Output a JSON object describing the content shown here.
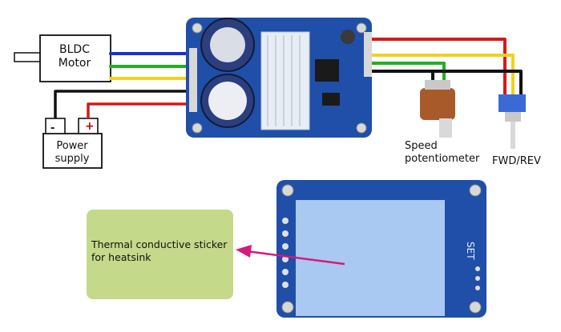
{
  "motor": {
    "label_line1": "BLDC",
    "label_line2": "Motor"
  },
  "power_supply": {
    "label_line1": "Power",
    "label_line2": "supply",
    "minus": "-",
    "plus": "+"
  },
  "potentiometer": {
    "label_line1": "Speed",
    "label_line2": "potentiometer"
  },
  "switch": {
    "label": "FWD/REV"
  },
  "heatsink_note": {
    "text": "Thermal conductive sticker for heatsink"
  },
  "board_silk": {
    "set_text": "SET"
  },
  "colors": {
    "wire_blue": "#1a2fd0",
    "wire_green": "#1fb21f",
    "wire_yellow": "#f2d21b",
    "wire_red": "#d81818",
    "wire_black": "#111111",
    "board_blue": "#1f4fa8",
    "heatsink_pad": "#a9c9f2",
    "note_box": "#c4d98a",
    "arrow": "#d6197a"
  }
}
